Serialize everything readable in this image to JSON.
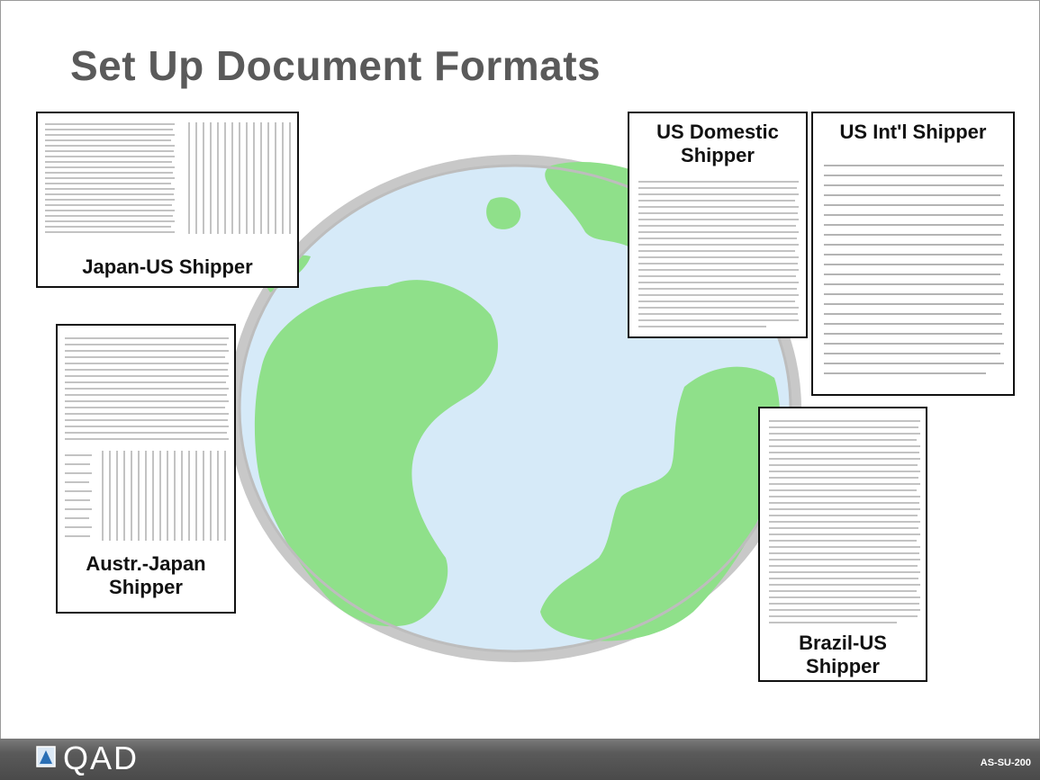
{
  "title": "Set Up Document Formats",
  "documents": {
    "japan_us": "Japan-US Shipper",
    "austr_japan": "Austr.-Japan Shipper",
    "us_domestic": "US Domestic Shipper",
    "us_intl": "US Int'l Shipper",
    "brazil_us": "Brazil-US Shipper"
  },
  "footer": {
    "logo": "QAD",
    "course_code": "AS-SU-200"
  },
  "colors": {
    "ocean": "#d6eaf8",
    "land": "#8fe08a",
    "rim": "#c8c8c8",
    "footer": "#555555"
  }
}
